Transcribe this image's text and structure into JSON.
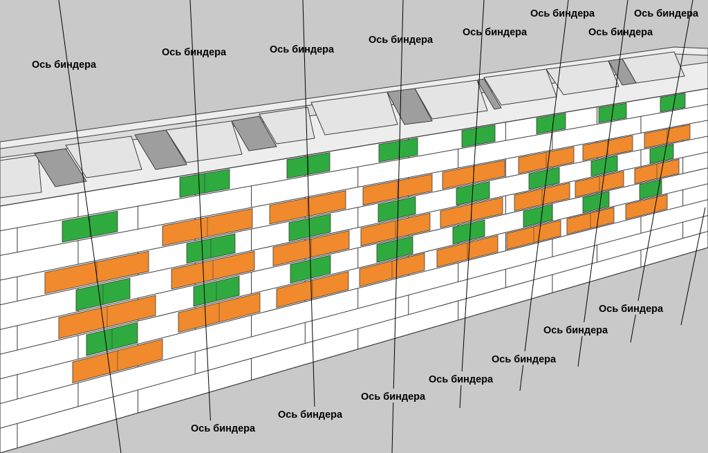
{
  "diagram": {
    "axis_label": "Ось биндера",
    "colors": {
      "background": "#c9c9c9",
      "brick": "#ffffff",
      "mortar": "#3a3a3a",
      "orange_block": "#f08a2c",
      "green_block": "#2faa3f",
      "shadow_face": "#b3b3b3",
      "axis_line": "#000000"
    },
    "top_labels": [
      "Ось биндера",
      "Ось биндера",
      "Ось биндера",
      "Ось биндера",
      "Ось биндера",
      "Ось биндера",
      "Ось биндера",
      "Ось биндера"
    ],
    "bottom_labels": [
      "Ось биндера",
      "Ось биндера",
      "Ось биндера",
      "Ось биндера",
      "Ось биндера",
      "Ось биндера",
      "Ось биндера"
    ]
  }
}
